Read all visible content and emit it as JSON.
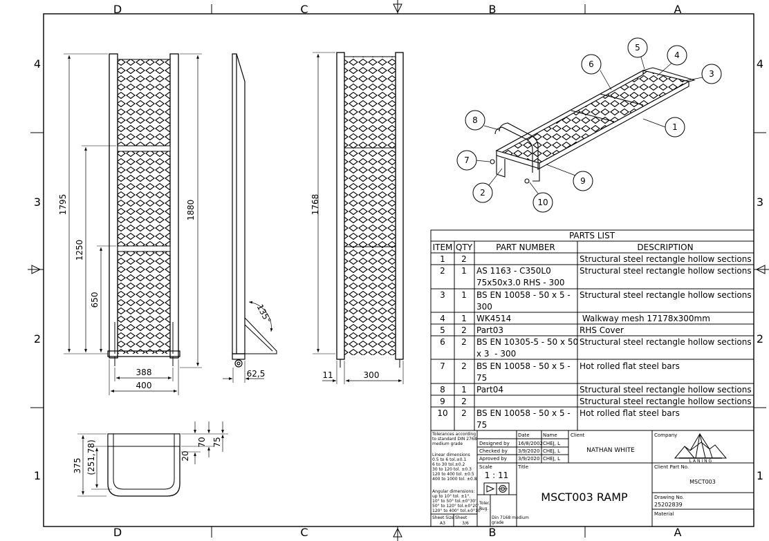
{
  "zones": {
    "top": [
      "D",
      "C",
      "B",
      "A"
    ],
    "bottom": [
      "D",
      "C",
      "B",
      "A"
    ],
    "left": [
      "4",
      "3",
      "2",
      "1"
    ],
    "right": [
      "4",
      "3",
      "2",
      "1"
    ]
  },
  "dimensions": {
    "front_height_outer": "1795",
    "front_height_mid": "1250",
    "front_height_lower": "650",
    "front_height_total": "1880",
    "front_width_inner": "388",
    "front_width_outer": "400",
    "side_angle": "135°",
    "side_foot": "62,5",
    "rear_height": "1768",
    "rear_edge": "11",
    "rear_width": "300",
    "end_height": "375",
    "end_inner": "(251,78)",
    "end_d20": "20",
    "end_d70": "70",
    "end_d75": "75"
  },
  "balloons": [
    "1",
    "2",
    "3",
    "4",
    "5",
    "6",
    "7",
    "8",
    "9",
    "10"
  ],
  "parts_list": {
    "title": "PARTS LIST",
    "headers": [
      "ITEM",
      "QTY",
      "PART NUMBER",
      "DESCRIPTION"
    ],
    "rows": [
      {
        "item": "1",
        "qty": "2",
        "part": [
          ""
        ],
        "desc": "Structural steel rectangle hollow sections"
      },
      {
        "item": "2",
        "qty": "1",
        "part": [
          "AS 1163 - C350L0",
          "75x50x3.0 RHS - 300"
        ],
        "desc": "Structural steel rectangle hollow sections"
      },
      {
        "item": "3",
        "qty": "1",
        "part": [
          "BS EN 10058 - 50 x 5 -",
          "300"
        ],
        "desc": "Structural steel rectangle hollow sections"
      },
      {
        "item": "4",
        "qty": "1",
        "part": [
          "WK4514"
        ],
        "desc": " Walkway mesh 17178x300mm"
      },
      {
        "item": "5",
        "qty": "2",
        "part": [
          "Part03"
        ],
        "desc": "RHS Cover"
      },
      {
        "item": "6",
        "qty": "2",
        "part": [
          "BS EN 10305-5 - 50 x 50",
          "x 3  - 300"
        ],
        "desc": "Structural steel rectangle hollow sections"
      },
      {
        "item": "7",
        "qty": "2",
        "part": [
          "BS EN 10058 - 50 x 5 -",
          "75"
        ],
        "desc": "Hot rolled flat steel bars"
      },
      {
        "item": "8",
        "qty": "1",
        "part": [
          "Part04"
        ],
        "desc": "Structural steel rectangle hollow sections"
      },
      {
        "item": "9",
        "qty": "2",
        "part": [
          ""
        ],
        "desc": "Structural steel rectangle hollow sections"
      },
      {
        "item": "10",
        "qty": "2",
        "part": [
          "BS EN 10058 - 50 x 5 -",
          "75"
        ],
        "desc": "Hot rolled flat steel bars"
      }
    ]
  },
  "title_block": {
    "tolerances": [
      "Tolerances according",
      "to standard DIN 2768",
      "medium grade",
      "",
      "Linear dimensions",
      "0.5 to 6 tol.±0.1",
      "6 to 30 tol.±0.2",
      "30 to 120 tol. ±0.3",
      "120 to 400 tol. ±0.5",
      "400 to 1000 tol. ±0.8",
      "",
      "Angular dimensions:",
      "up to 10° tol. ±1°.",
      "10° to 50° tol.±0°30'.",
      "50° to 120° tol.±0°20'.",
      "120° to 400° tol.±0°10'"
    ],
    "sheet_size_label": "Sheet Size",
    "sheet_size": "A3",
    "sheet_label": "Sheet",
    "sheet": "3/6",
    "col_date": "Date",
    "col_name": "Name",
    "rows": [
      {
        "label": "Designed by",
        "date": "16/8/2002",
        "name": "CHEJ, L"
      },
      {
        "label": "Checked by",
        "date": "3/9/2020",
        "name": "CHEJ, L"
      },
      {
        "label": "Aproved by",
        "date": "3/9/2020",
        "name": "CHEJ, L"
      }
    ],
    "scale_label": "Scale",
    "scale": "1 : 11",
    "toler_label": "Toler.",
    "rug_label": "Rug.",
    "din_note": [
      "Din 7168 medium",
      "grade"
    ],
    "client_label": "Client",
    "client": "NATHAN WHITE",
    "company_label": "Company",
    "logo_text": "L A N I N G",
    "title_label": "Title",
    "title": "MSCT003 RAMP",
    "client_part_label": "Client Part No.",
    "client_part": "MSCT003",
    "drawing_no_label": "Drawing No.",
    "drawing_no": "25202839",
    "material_label": "Material"
  },
  "colors": {
    "line": "#000000",
    "paper": "#ffffff"
  }
}
